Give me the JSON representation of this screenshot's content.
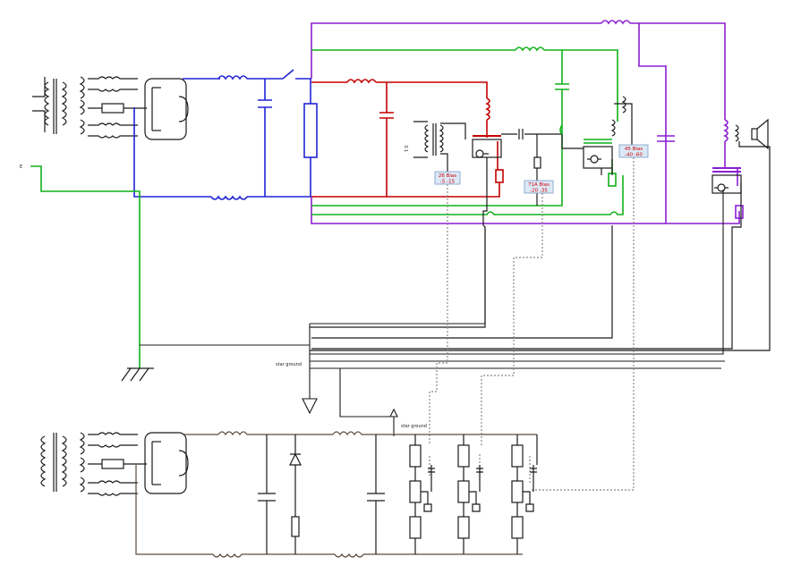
{
  "labels": {
    "earth": "E",
    "star_ground_1": "star ground",
    "star_ground_2": "star ground",
    "tube_26": "26 Bias",
    "tube_26_range": "-5 -15",
    "tube_71a": "71A Bias",
    "tube_71a_range": "-20 -35",
    "tube_45": "45 Bias",
    "tube_45_range": "-40 -60",
    "ratio": "3:1"
  },
  "colors": {
    "blue": "#1f24d6",
    "red": "#c40000",
    "green": "#11b11a",
    "purple": "#8a1fd0",
    "black": "#1a1a1a",
    "brown": "#5a4a3a",
    "gray": "#777777",
    "bias_box_fill": "#dde8f6",
    "bias_text": "#cc0000"
  }
}
